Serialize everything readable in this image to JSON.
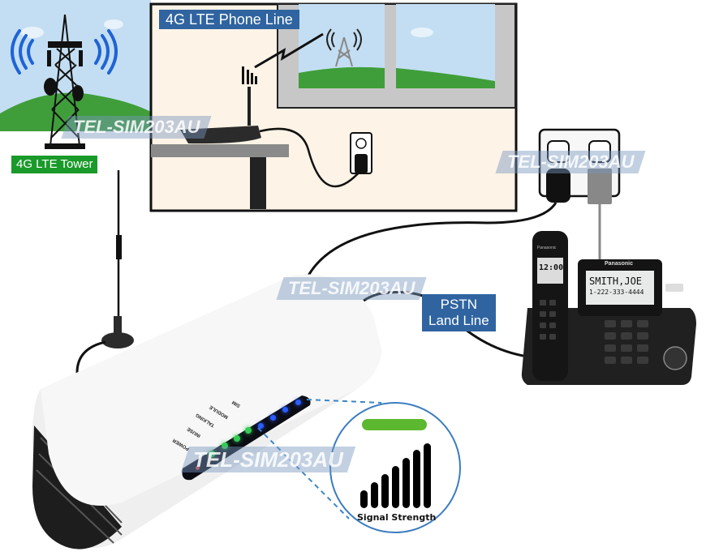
{
  "title": "4G LTE Phone Line setup diagram",
  "labels": {
    "tower": "4G LTE Tower",
    "phone_line": "4G LTE Phone Line",
    "pstn_line1": "PSTN",
    "pstn_line2": "Land Line",
    "signal": "Signal Strength"
  },
  "watermark": "TEL-SIM203AU",
  "device": {
    "led_labels": [
      "POWER",
      "INUSE",
      "TALKING",
      "MODULE",
      "SIM"
    ],
    "led_colors": {
      "power": "#d04040",
      "status": "#33cc55",
      "signal": "#2a5cff"
    },
    "signal_bars_lit": 4,
    "signal_bars_total": 4
  },
  "phone": {
    "brand": "Panasonic",
    "base_display_name": "SMITH,JOE",
    "base_display_number": "1-222-333-4444",
    "handset_time": "12:00"
  },
  "signal_icon": {
    "bars": 7,
    "indicator_color": "#5cb82e"
  },
  "colors": {
    "label_blue": "#2f64a0",
    "label_green": "#1a9a2a",
    "room_wall": "#fdf3e6",
    "sky": "#bcdcf2",
    "grass": "#3f9e3a"
  }
}
